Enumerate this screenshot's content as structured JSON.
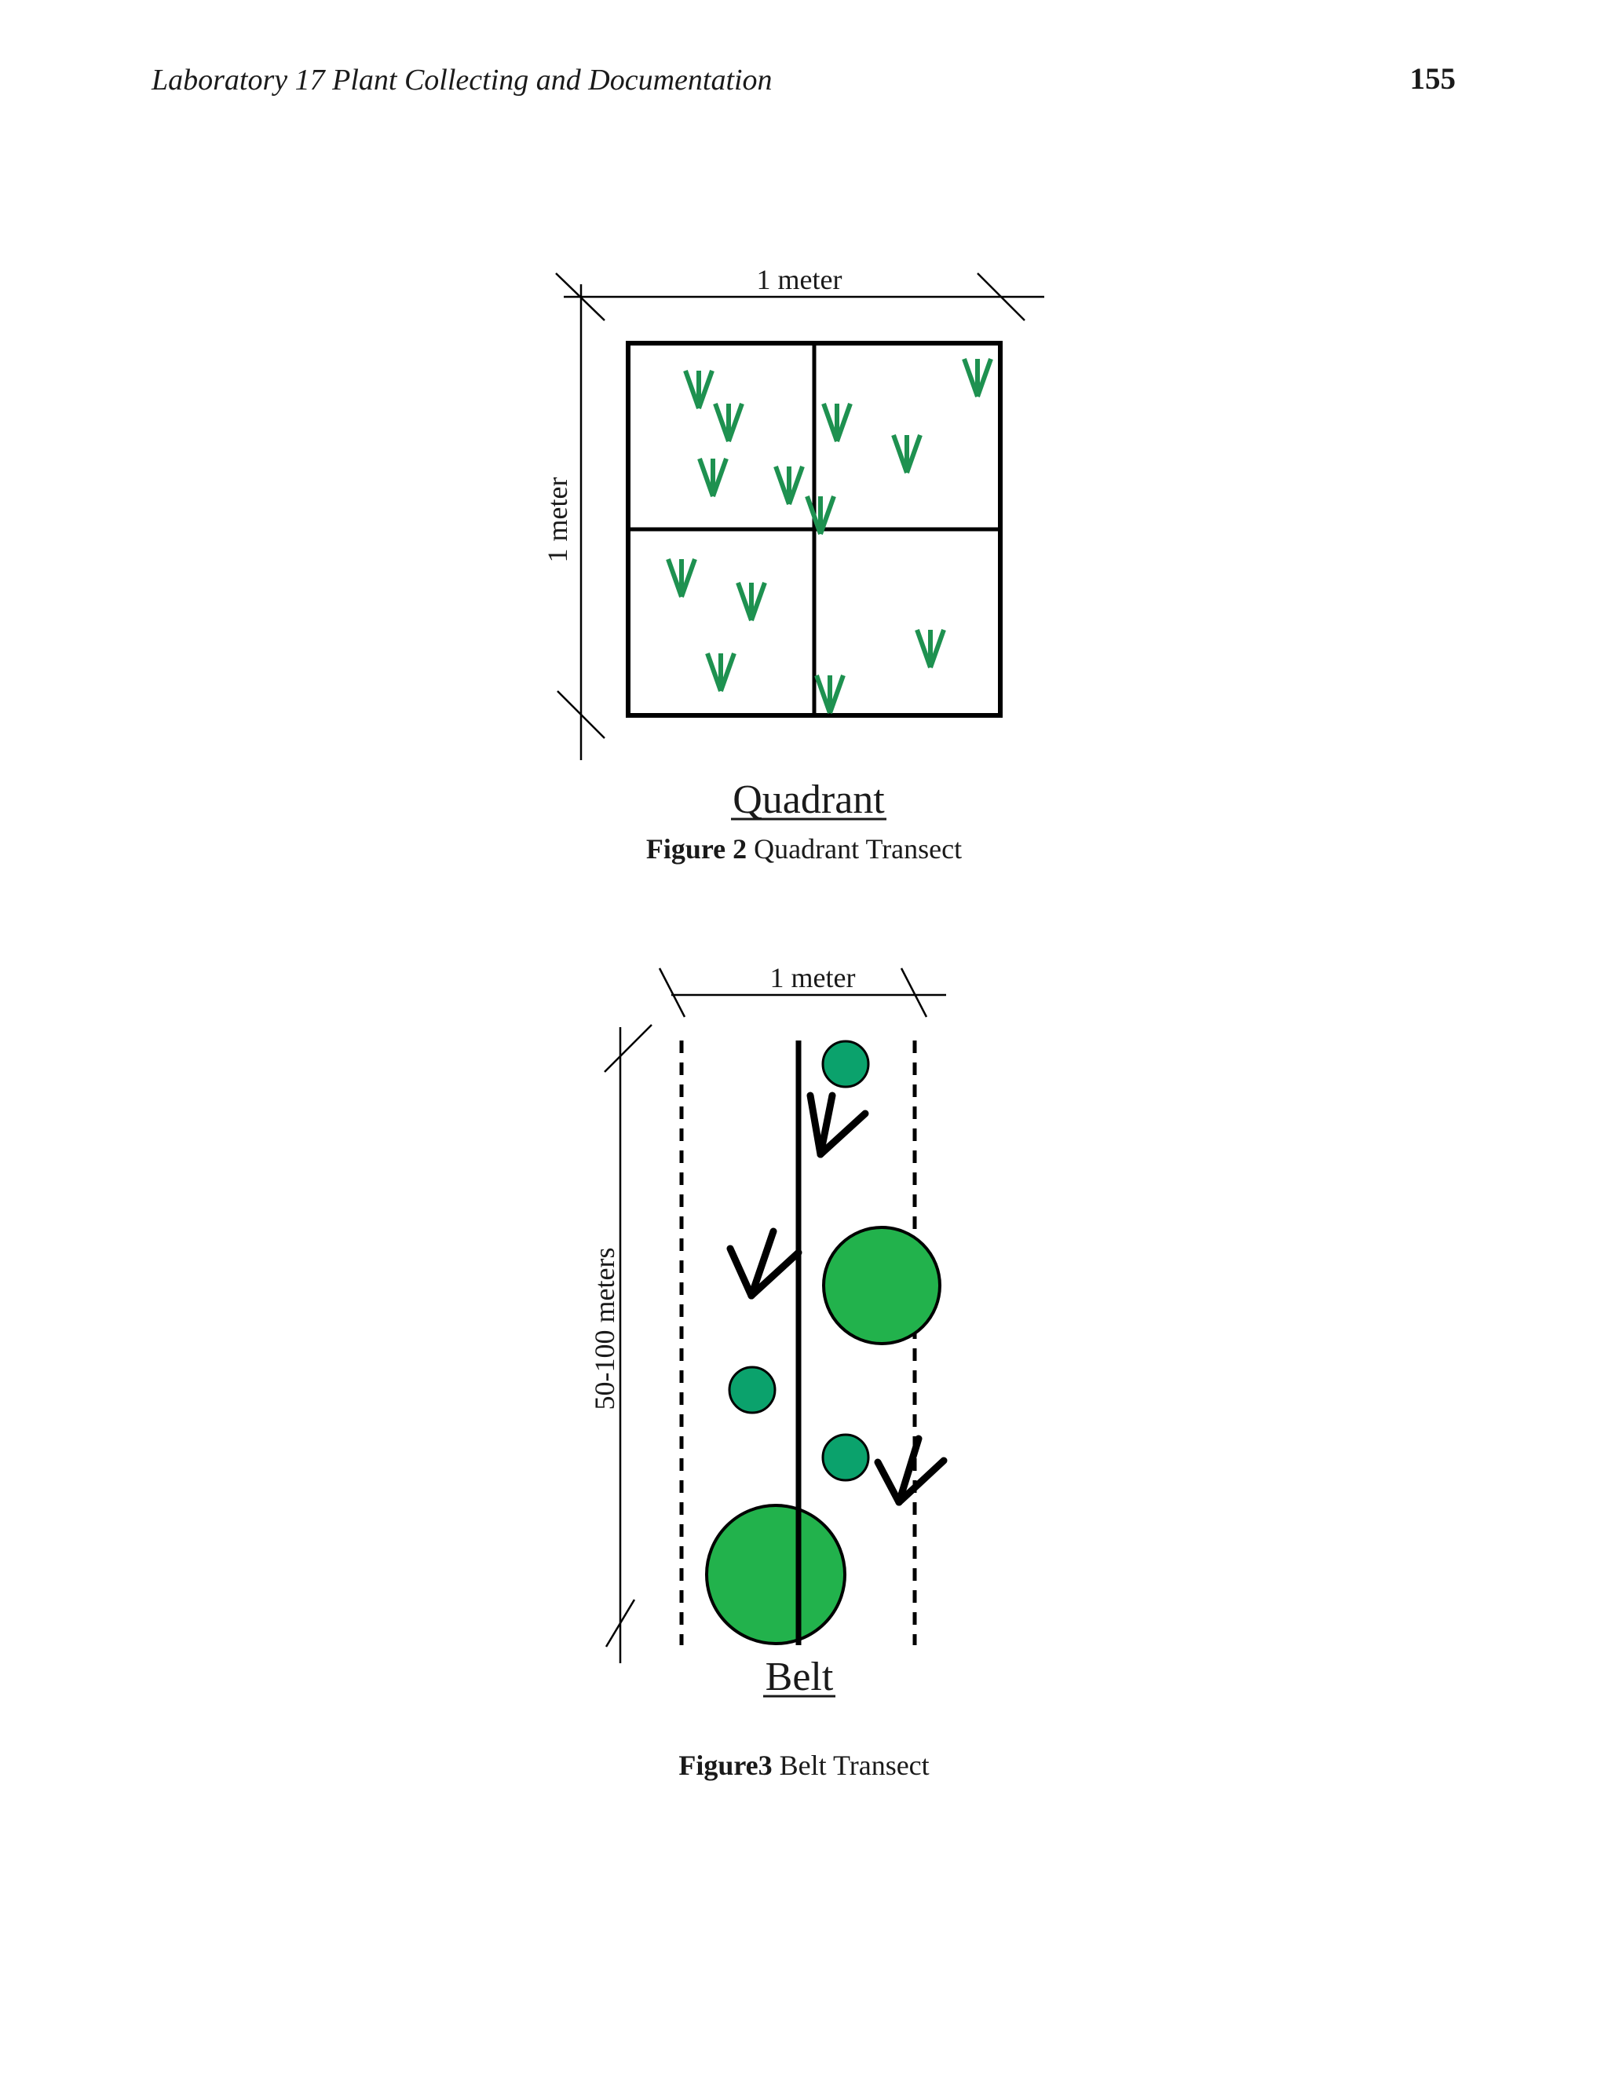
{
  "header": {
    "running_head": "Laboratory 17   Plant Collecting and Documentation",
    "page_number": "155"
  },
  "figure2": {
    "width_label": "1  meter",
    "height_label": "1  meter",
    "title": "Quadrant",
    "caption_label": "Figure 2",
    "caption_text": " Quadrant Transect"
  },
  "figure3": {
    "width_label": "1 meter",
    "length_label": "50-100 meters",
    "title": "Belt",
    "caption_label": "Figure3",
    "caption_text": " Belt Transect"
  },
  "colors": {
    "plant_green": "#1e9150",
    "shrub_green": "#22b24c",
    "small_circle_green": "#0ba26c",
    "ink": "#000000"
  }
}
